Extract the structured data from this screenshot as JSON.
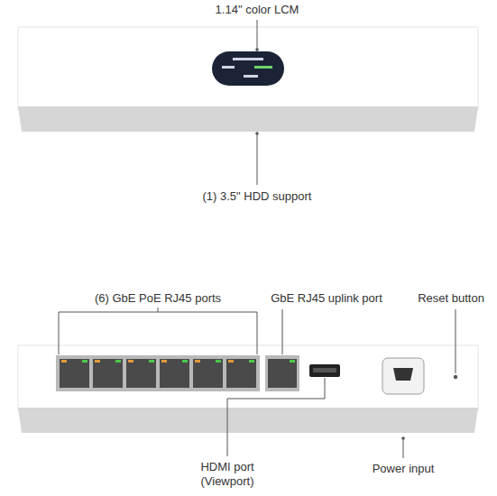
{
  "diagram": {
    "labels": [
      "1.14\" color LCM",
      "(1) 3.5\" HDD support",
      "(6) GbE PoE RJ45 ports",
      "GbE RJ45 uplink port",
      "Reset button",
      "HDMI port (Viewport)",
      "Power input"
    ]
  }
}
